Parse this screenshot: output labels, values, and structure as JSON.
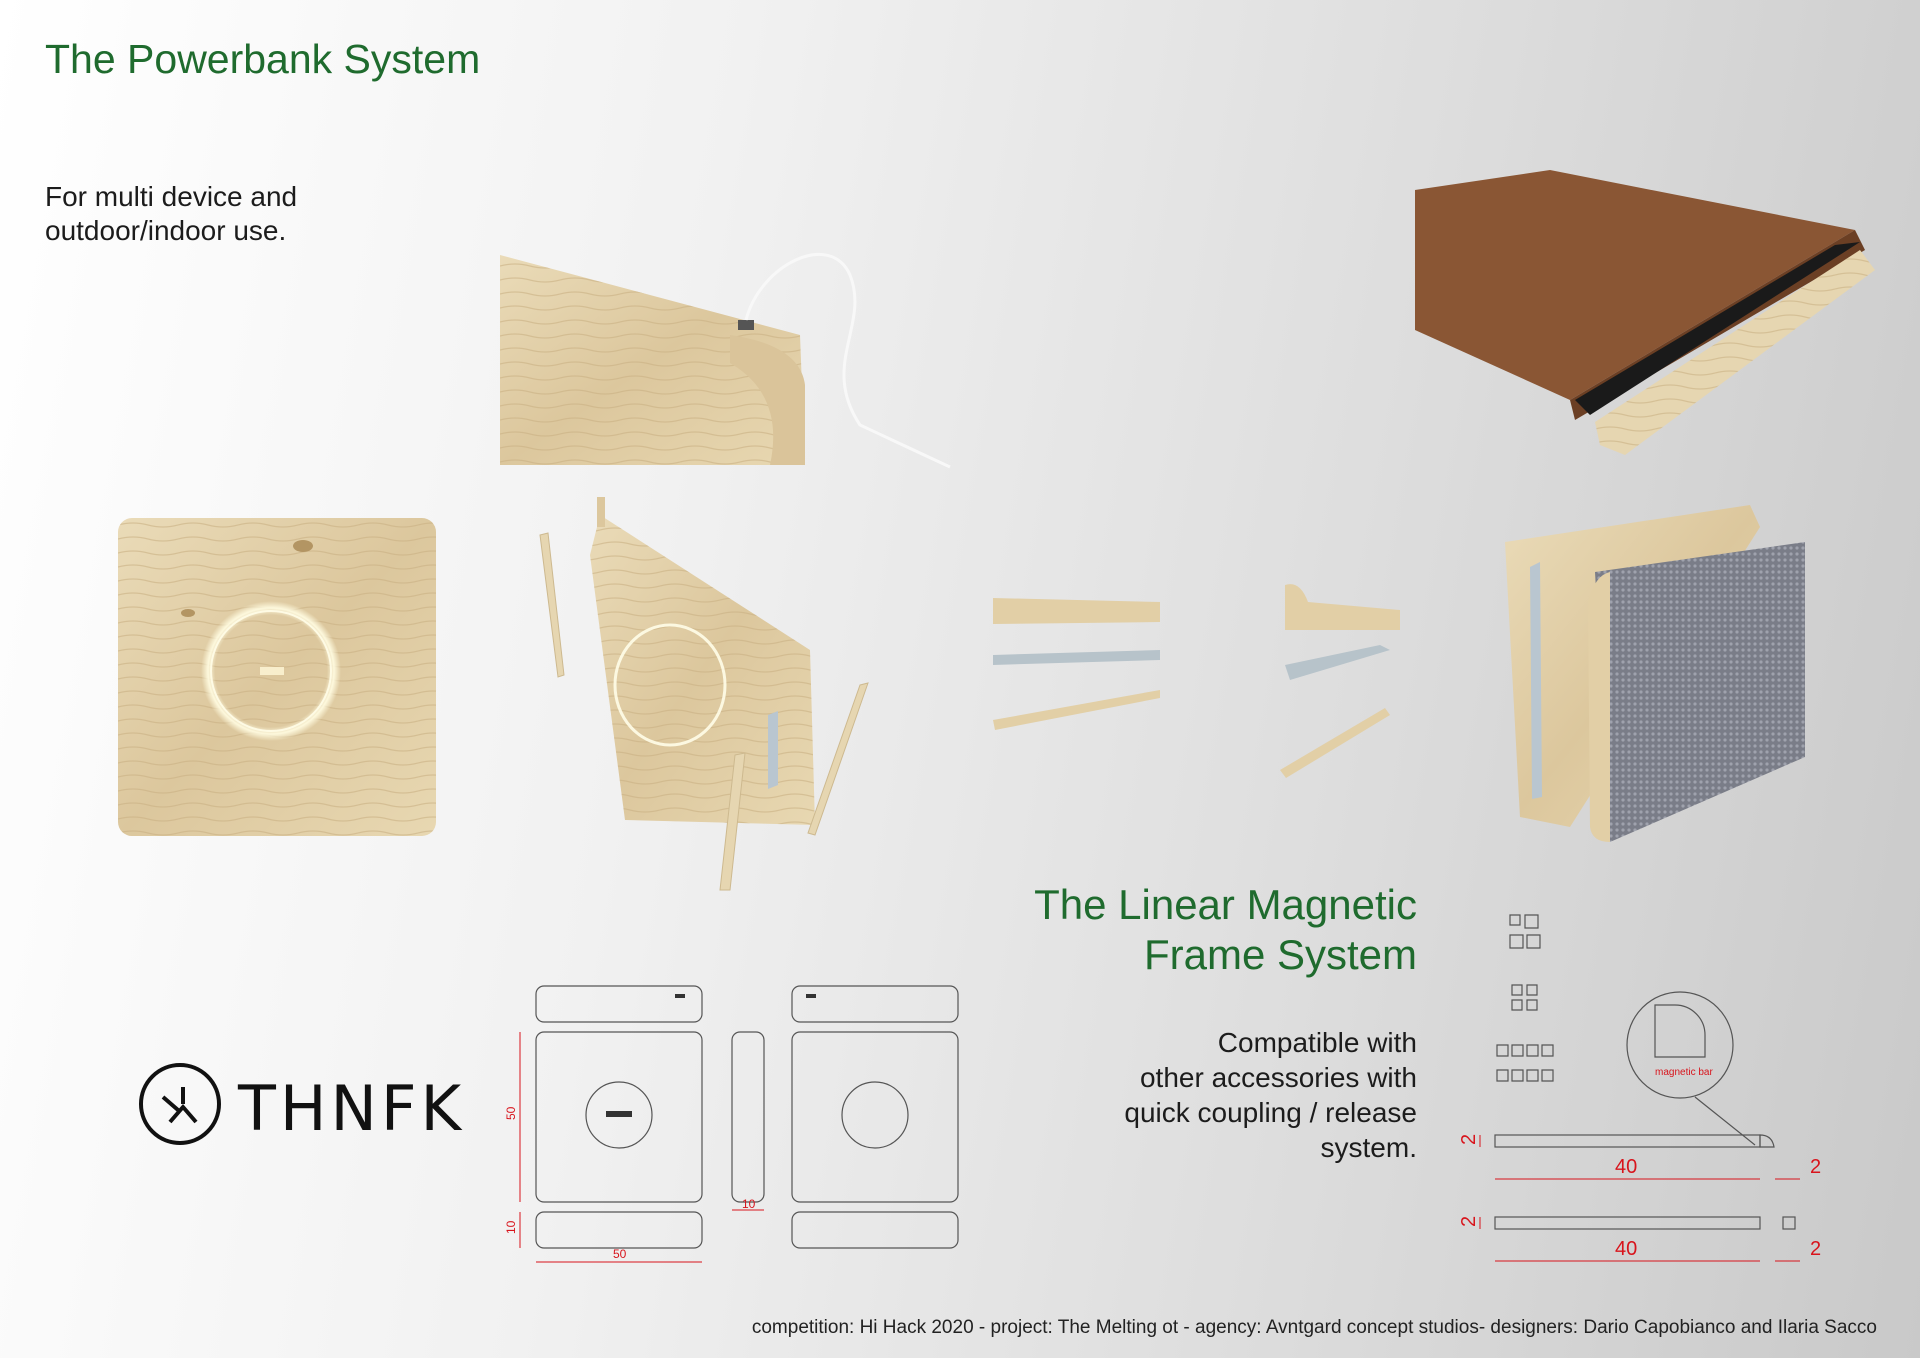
{
  "header": {
    "title": "The Powerbank System",
    "subtitle": [
      "For multi device and",
      "outdoor/indoor use."
    ]
  },
  "frame_section": {
    "title": [
      "The Linear Magnetic",
      "Frame System"
    ],
    "description": [
      "Compatible with",
      "other accessories with",
      "quick coupling / release",
      "system."
    ]
  },
  "drawing_dims": {
    "width": "50",
    "height": "50",
    "thickness_side": "10",
    "thickness_bottom": "10"
  },
  "profile_dims": {
    "length_top": "40",
    "length_bottom": "40",
    "height_top": "2",
    "height_bottom": "2",
    "right_top": "2",
    "right_bottom": "2",
    "magnet_label": "magnetic bar"
  },
  "logo": {
    "text": "THNFK"
  },
  "footer": {
    "credits": "competition: Hi Hack 2020 - project: The Melting ot - agency: Avntgard concept studios- designers: Dario Capobianco and Ilaria Sacco"
  },
  "colors": {
    "accent": "#1f6b2e",
    "dimension": "#d8141c",
    "wood": "#e3d2ad",
    "background": "#e6e6e6"
  }
}
